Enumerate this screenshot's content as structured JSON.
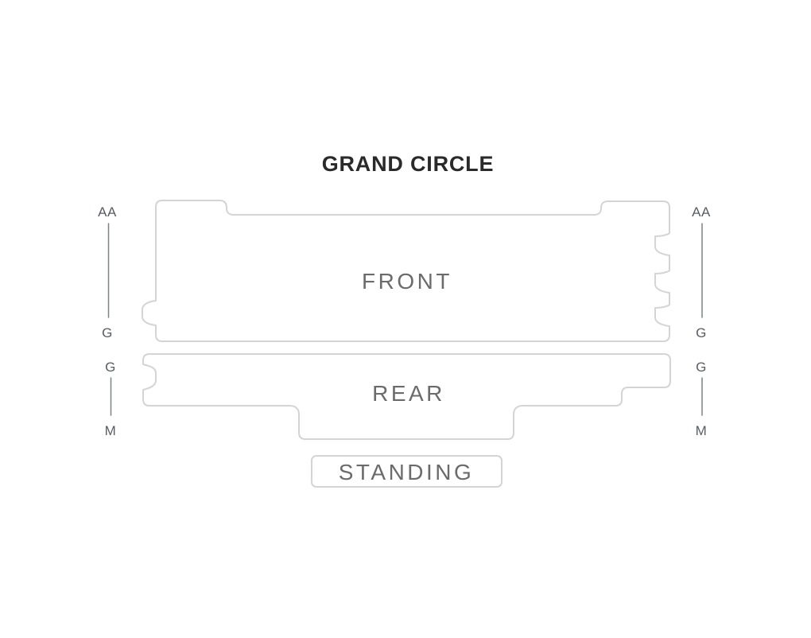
{
  "title": "GRAND CIRCLE",
  "sections": {
    "front": {
      "label": "FRONT",
      "row_start": "AA",
      "row_end": "G"
    },
    "rear": {
      "label": "REAR",
      "row_start": "G",
      "row_end": "M"
    },
    "standing": {
      "label": "STANDING"
    }
  },
  "colors": {
    "background": "#ffffff",
    "section_outline": "#d4d4d4",
    "section_label": "#6b6b6b",
    "title": "#2a2a2a",
    "row_label": "#595d62",
    "row_marker_line": "#7f8286"
  }
}
